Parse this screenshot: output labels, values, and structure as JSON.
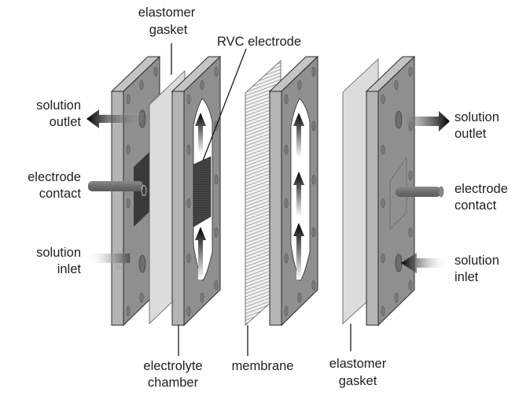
{
  "figure": {
    "title": "Exploded view of flow electrolysis cell",
    "colors": {
      "plate_face": "#8f8f8f",
      "plate_edge": "#b4b4b4",
      "plate_top": "#c4c4c4",
      "gasket": "#dcdcdc",
      "membrane_hatch": "#9a9a9a",
      "electrode": "#3a3a3a",
      "outline": "#2a2a2a",
      "text": "#1f1f1f"
    },
    "labels": {
      "top_gasket": [
        "elastomer",
        "gasket"
      ],
      "rvc_electrode": "RVC electrode",
      "left_outlet": [
        "solution",
        "outlet"
      ],
      "left_contact": [
        "electrode",
        "contact"
      ],
      "left_inlet": [
        "solution",
        "inlet"
      ],
      "right_outlet": [
        "solution",
        "outlet"
      ],
      "right_contact": [
        "electrode",
        "contact"
      ],
      "right_inlet": [
        "solution",
        "inlet"
      ],
      "bottom_chamber": [
        "electrolyte",
        "chamber"
      ],
      "bottom_membrane": "membrane",
      "bottom_gasket": [
        "elastomer",
        "gasket"
      ]
    },
    "components": [
      {
        "name": "end-plate-left",
        "type": "end plate"
      },
      {
        "name": "gasket-left",
        "type": "elastomer gasket"
      },
      {
        "name": "chamber-left",
        "type": "electrolyte chamber"
      },
      {
        "name": "membrane",
        "type": "membrane"
      },
      {
        "name": "chamber-right",
        "type": "electrolyte chamber"
      },
      {
        "name": "gasket-right",
        "type": "elastomer gasket"
      },
      {
        "name": "end-plate-right",
        "type": "end plate"
      }
    ]
  }
}
